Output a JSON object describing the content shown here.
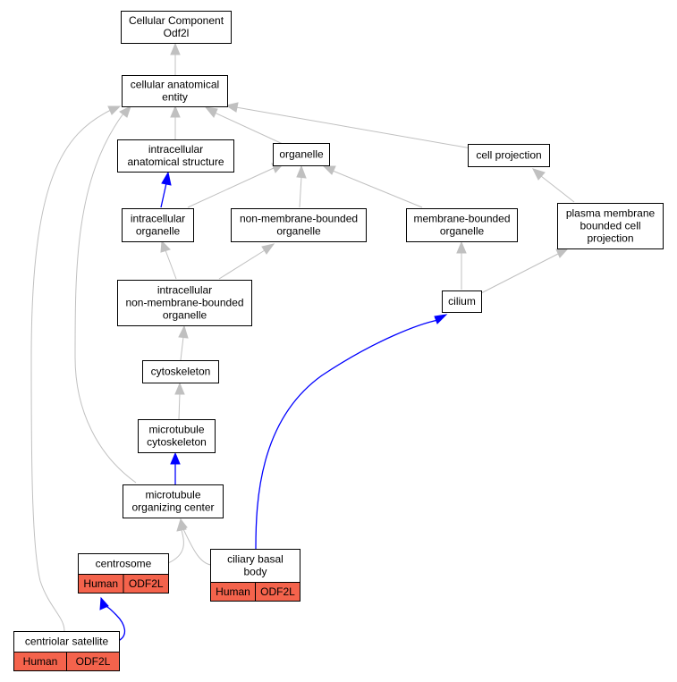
{
  "nodes": {
    "root": [
      "Cellular Component",
      "Odf2l"
    ],
    "cae": [
      "cellular anatomical",
      "entity"
    ],
    "ias": [
      "intracellular",
      "anatomical structure"
    ],
    "organelle": [
      "organelle"
    ],
    "cellproj": [
      "cell projection"
    ],
    "io": [
      "intracellular",
      "organelle"
    ],
    "nmbo": [
      "non-membrane-bounded",
      "organelle"
    ],
    "mbo": [
      "membrane-bounded",
      "organelle"
    ],
    "pmbcp": [
      "plasma membrane",
      "bounded cell",
      "projection"
    ],
    "inmbo": [
      "intracellular",
      "non-membrane-bounded",
      "organelle"
    ],
    "cilium": [
      "cilium"
    ],
    "cytoskeleton": [
      "cytoskeleton"
    ],
    "mtcyto": [
      "microtubule",
      "cytoskeleton"
    ],
    "mtoc": [
      "microtubule",
      "organizing center"
    ],
    "centrosome": [
      "centrosome"
    ],
    "cbb": [
      "ciliary basal",
      "body"
    ],
    "satellite": [
      "centriolar satellite"
    ]
  },
  "annotations": {
    "centrosome": [
      "Human",
      "ODF2L"
    ],
    "cbb": [
      "Human",
      "ODF2L"
    ],
    "satellite": [
      "Human",
      "ODF2L"
    ]
  },
  "colors": {
    "annotation_fill": "#f4634c",
    "is_a_edge": "#c0c0c0",
    "part_of_edge": "#0000ff"
  }
}
